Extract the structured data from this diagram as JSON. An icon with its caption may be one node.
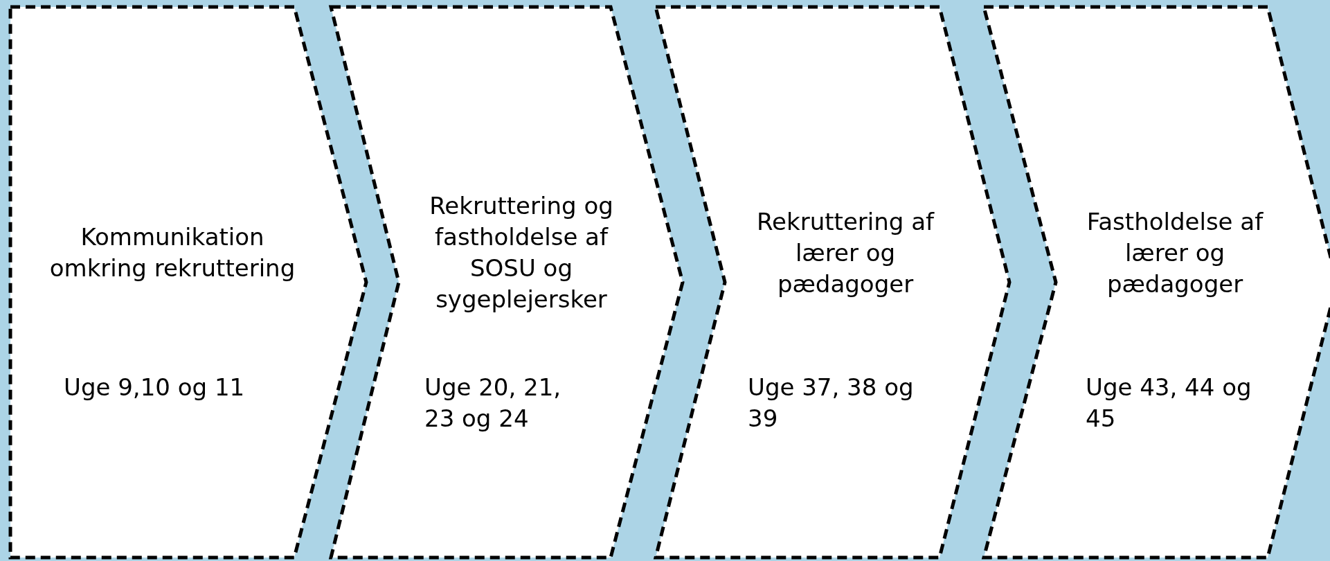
{
  "diagram": {
    "nodes": [
      {
        "text": [
          "Kommunikation omkring rekruttering",
          "Uge 9,10 og 11"
        ]
      },
      {
        "text": [
          "Rekruttering og fastholdelse af SOSU og sygeplejersker",
          "Uge 20, 21, 23 og 24"
        ]
      },
      {
        "text": [
          "Rekruttering af lærer og pædagoger",
          "Uge 37, 38 og 39"
        ]
      },
      {
        "text": [
          "Fastholdelse af lærer og pædagoger",
          "Uge 43, 44 og 45"
        ]
      }
    ],
    "edges": []
  }
}
